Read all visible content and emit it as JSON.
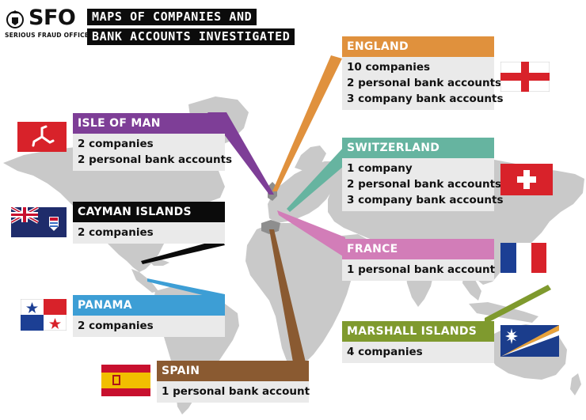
{
  "logo": {
    "abbr": "SFO",
    "full": "SERIOUS FRAUD OFFICE"
  },
  "title": {
    "line1": "MAPS OF COMPANIES AND",
    "line2": "BANK ACCOUNTS INVESTIGATED"
  },
  "regions": {
    "england": {
      "name": "ENGLAND",
      "color": "#E0913D",
      "items": [
        "10 companies",
        "2 personal bank accounts",
        "3 company bank accounts"
      ]
    },
    "isle_of_man": {
      "name": "ISLE OF MAN",
      "color": "#7E3E97",
      "items": [
        "2 companies",
        "2 personal bank accounts"
      ]
    },
    "switzerland": {
      "name": "SWITZERLAND",
      "color": "#66B4A0",
      "items": [
        "1 company",
        "2 personal bank accounts",
        "3 company bank accounts"
      ]
    },
    "cayman_islands": {
      "name": "CAYMAN ISLANDS",
      "color": "#0B0B0B",
      "items": [
        "2 companies"
      ]
    },
    "france": {
      "name": "FRANCE",
      "color": "#D27DB8",
      "items": [
        "1 personal bank account"
      ]
    },
    "panama": {
      "name": "PANAMA",
      "color": "#3D9ED5",
      "items": [
        "2 companies"
      ]
    },
    "marshall_islands": {
      "name": "MARSHALL ISLANDS",
      "color": "#7F9A2E",
      "items": [
        "4 companies"
      ]
    },
    "spain": {
      "name": "SPAIN",
      "color": "#8A5A31",
      "items": [
        "1 personal bank account"
      ]
    }
  },
  "map_colors": {
    "land": "#C7C7C7",
    "highlight": "#8E8E8E"
  }
}
